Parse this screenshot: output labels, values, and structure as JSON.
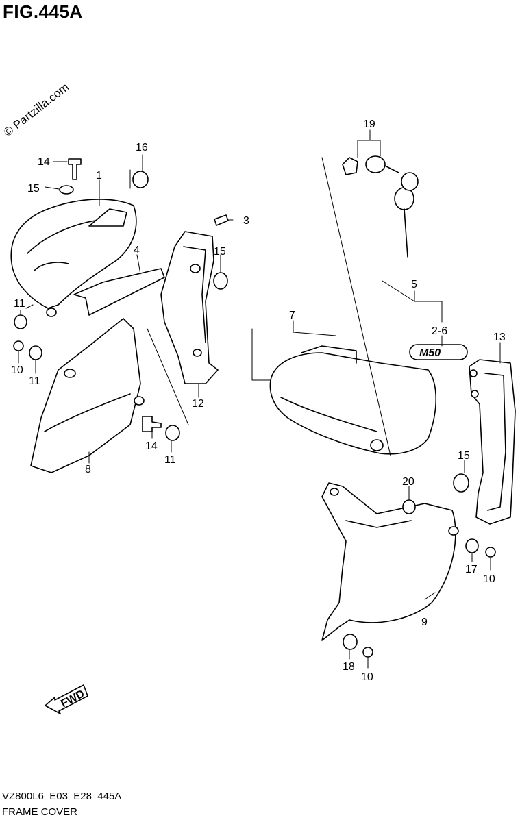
{
  "figure": {
    "title": "FIG.445A",
    "watermark": "© Partzilla.com",
    "diagram_code": "VZ800L6_E03_E28_445A",
    "diagram_name": "FRAME COVER",
    "faint_note": "· · · · · · · · · · · · · · · ·"
  },
  "callouts": [
    {
      "id": "c1",
      "label": "1"
    },
    {
      "id": "c2-6",
      "label": "2-6"
    },
    {
      "id": "c3",
      "label": "3"
    },
    {
      "id": "c4",
      "label": "4"
    },
    {
      "id": "c5",
      "label": "5"
    },
    {
      "id": "c7",
      "label": "7"
    },
    {
      "id": "c8",
      "label": "8"
    },
    {
      "id": "c9",
      "label": "9"
    },
    {
      "id": "c10a",
      "label": "10"
    },
    {
      "id": "c10b",
      "label": "10"
    },
    {
      "id": "c10c",
      "label": "10"
    },
    {
      "id": "c11a",
      "label": "11"
    },
    {
      "id": "c11b",
      "label": "11"
    },
    {
      "id": "c11c",
      "label": "11"
    },
    {
      "id": "c12",
      "label": "12"
    },
    {
      "id": "c13",
      "label": "13"
    },
    {
      "id": "c14a",
      "label": "14"
    },
    {
      "id": "c14b",
      "label": "14"
    },
    {
      "id": "c15a",
      "label": "15"
    },
    {
      "id": "c15b",
      "label": "15"
    },
    {
      "id": "c15c",
      "label": "15"
    },
    {
      "id": "c16",
      "label": "16"
    },
    {
      "id": "c17",
      "label": "17"
    },
    {
      "id": "c18",
      "label": "18"
    },
    {
      "id": "c19",
      "label": "19"
    },
    {
      "id": "c20",
      "label": "20"
    }
  ],
  "emblem_text": "M50",
  "fwd_arrow_text": "FWD"
}
